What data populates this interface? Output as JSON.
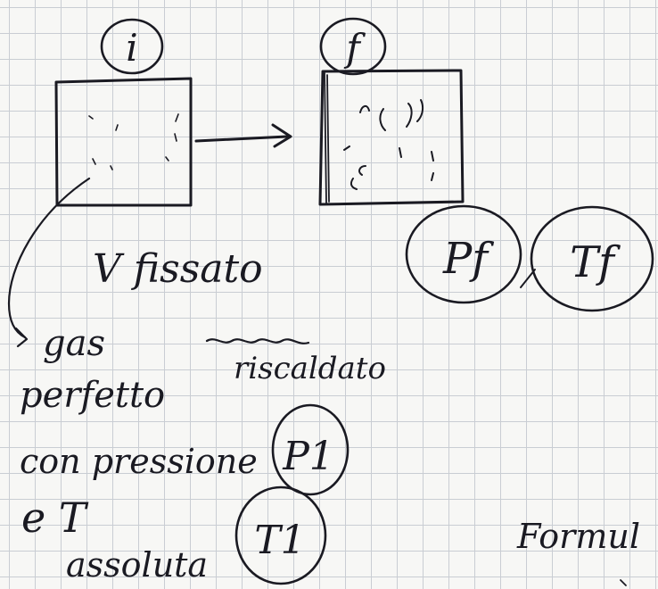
{
  "labels": {
    "initial_state": "i",
    "final_state": "f",
    "volume_fixed": "V fissato",
    "heated": "riscaldato",
    "gas_line1": "gas",
    "gas_line2": "perfetto",
    "pressure_line": "con pressione",
    "p_initial": "P1",
    "temp_line_prefix": "e T",
    "temp_absolute": "assoluta",
    "t_initial": "T1",
    "p_final": "Pf",
    "t_final": "Tf",
    "formula": "Formul"
  }
}
